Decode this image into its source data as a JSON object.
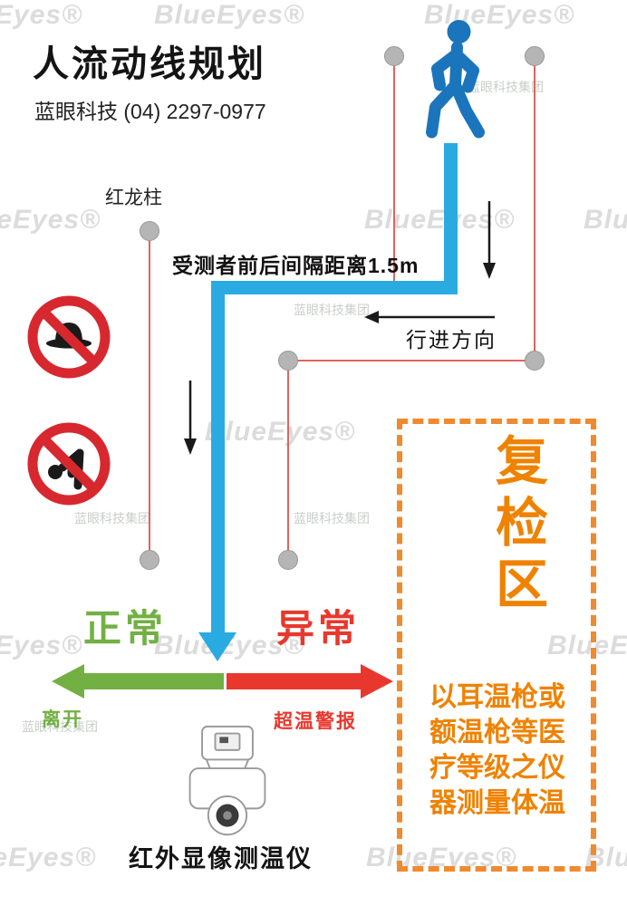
{
  "watermarks": {
    "brand": "BlueEyes®",
    "company": "蓝眼科技集团"
  },
  "header": {
    "title": "人流动线规划",
    "subtitle": "蓝眼科技 (04) 2297-0977"
  },
  "flow": {
    "stanchion_label": "红龙柱",
    "spacing_note": "受测者前后间隔距离1.5m",
    "direction_label": "行进方向"
  },
  "outcomes": {
    "normal_label": "正常",
    "abnormal_label": "异常",
    "leave_label": "离开",
    "alarm_label": "超温警报"
  },
  "device": {
    "label": "红外显像测温仪"
  },
  "recheck_area": {
    "title": "复检区",
    "body_lines": [
      "以耳温枪或",
      "额温枪等医",
      "疗等级之仪",
      "器测量体温"
    ]
  },
  "icons": {
    "walking_person": "walking-person-icon",
    "no_hat": "no-hat-prohibition-icon",
    "no_bowing": "no-bowing-prohibition-icon",
    "thermal_camera": "thermal-camera-icon"
  },
  "colors": {
    "route_blue": "#29abe2",
    "person_blue": "#1b75bc",
    "normal_green": "#72b043",
    "alert_red": "#e8382d",
    "barrier_red": "#e0635f",
    "prohibition_red": "#d7282f",
    "recheck_orange": "#ef8200",
    "recheck_border_orange": "#f08a2e",
    "stanchion_gray": "#b5b5b5",
    "watermark_gray": "#dcdcdc"
  }
}
